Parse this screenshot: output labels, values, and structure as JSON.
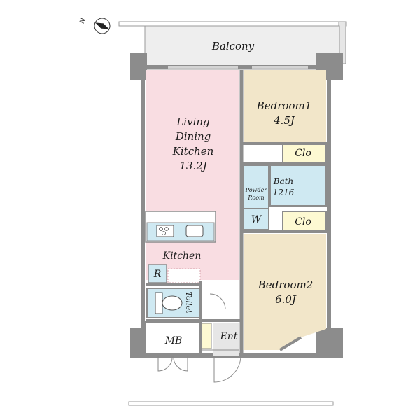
{
  "compass": {
    "north_label": "N"
  },
  "rooms": {
    "balcony": "Balcony",
    "ldk": [
      "Living",
      "Dining",
      "Kitchen",
      "13.2J"
    ],
    "bedroom1": [
      "Bedroom1",
      "4.5J"
    ],
    "closet1": "Clo",
    "powder_room": [
      "Powder",
      "Room"
    ],
    "bath": [
      "Bath",
      "1216"
    ],
    "washer": "W",
    "closet2": "Clo",
    "kitchen": "Kitchen",
    "refrigerator": "R",
    "toilet": "Toilet",
    "bedroom2": [
      "Bedroom2",
      "6.0J"
    ],
    "meter_box": "MB",
    "entrance": "Ent"
  },
  "colors": {
    "ldk": "#f9dde2",
    "bedroom": "#f2e6c9",
    "wet_area": "#cfe9f2",
    "closet": "#fdf9d2",
    "floor_white": "#ffffff",
    "entrance_floor": "#e6e6e6",
    "walls": "#8c8c8c",
    "balcony": "#eeeeee"
  }
}
